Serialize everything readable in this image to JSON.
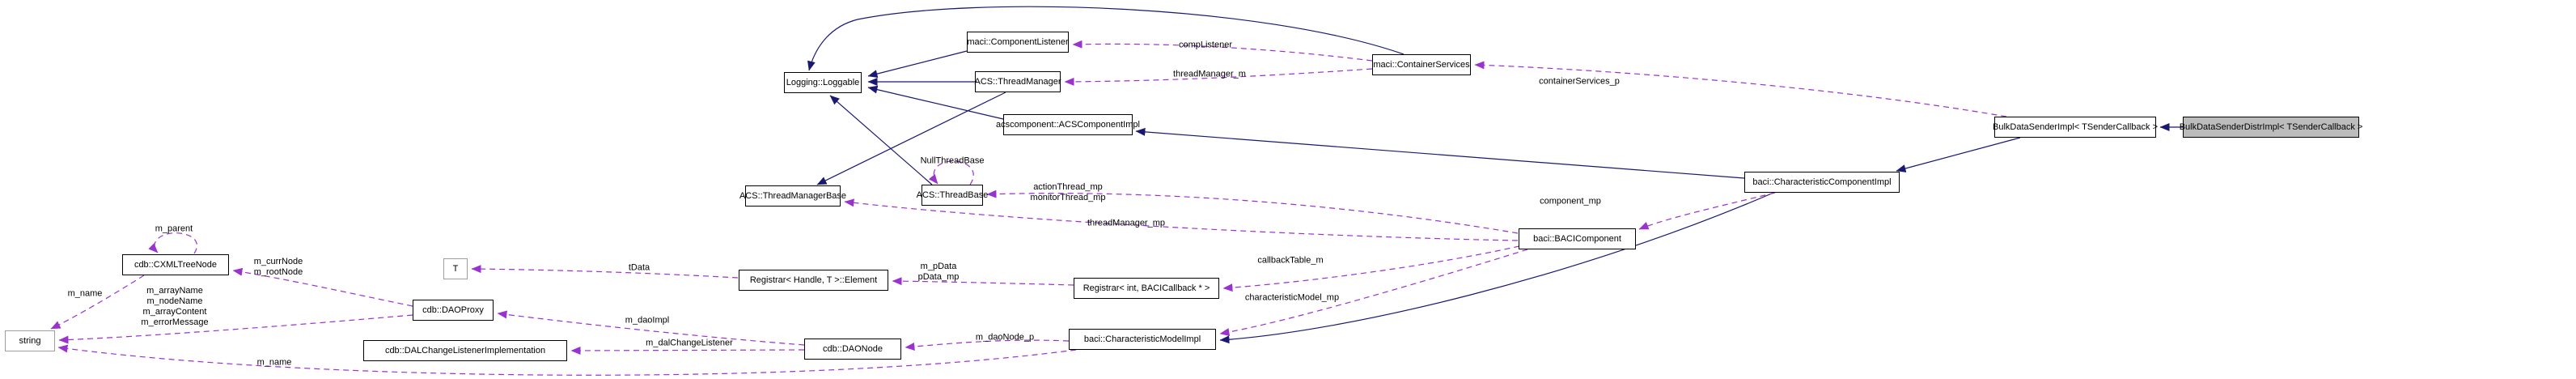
{
  "diagram": {
    "kind": "collaboration-graph",
    "current_node": "BulkDataSenderDistrImpl< TSenderCallback >",
    "colors": {
      "inheritance_edge": "#191970",
      "usage_edge": "#9a32cd",
      "node_border": "#000000",
      "external_node_border": "#9e9e9e",
      "current_node_fill": "#bcbcbc",
      "background": "#ffffff",
      "text": "#000000"
    },
    "nodes": [
      {
        "id": "component-listener",
        "label": "maci::ComponentListener",
        "kind": "class"
      },
      {
        "id": "container-services",
        "label": "maci::ContainerServices",
        "kind": "class"
      },
      {
        "id": "loggable",
        "label": "Logging::Loggable",
        "kind": "class"
      },
      {
        "id": "thread-manager",
        "label": "ACS::ThreadManager",
        "kind": "class"
      },
      {
        "id": "acs-component-impl",
        "label": "acscomponent::ACSComponentImpl",
        "kind": "class"
      },
      {
        "id": "bulk-data-sender-impl",
        "label": "BulkDataSenderImpl< TSenderCallback >",
        "kind": "class"
      },
      {
        "id": "bulk-data-sender-distr-impl",
        "label": "BulkDataSenderDistrImpl< TSenderCallback >",
        "kind": "current"
      },
      {
        "id": "characteristic-component-impl",
        "label": "baci::CharacteristicComponentImpl",
        "kind": "class"
      },
      {
        "id": "thread-manager-base",
        "label": "ACS::ThreadManagerBase",
        "kind": "class"
      },
      {
        "id": "thread-base",
        "label": "ACS::ThreadBase",
        "kind": "class"
      },
      {
        "id": "baci-component",
        "label": "baci::BACIComponent",
        "kind": "class"
      },
      {
        "id": "cxml-tree-node",
        "label": "cdb::CXMLTreeNode",
        "kind": "class"
      },
      {
        "id": "t",
        "label": "T",
        "kind": "external"
      },
      {
        "id": "registrar-element",
        "label": "Registrar< Handle, T >::Element",
        "kind": "class"
      },
      {
        "id": "registrar-int",
        "label": "Registrar< int, BACICallback * >",
        "kind": "class"
      },
      {
        "id": "dao-proxy",
        "label": "cdb::DAOProxy",
        "kind": "class"
      },
      {
        "id": "char-model-impl",
        "label": "baci::CharacteristicModelImpl",
        "kind": "class"
      },
      {
        "id": "string",
        "label": "string",
        "kind": "external"
      },
      {
        "id": "dal-change-listener",
        "label": "cdb::DALChangeListenerImplementation",
        "kind": "class"
      },
      {
        "id": "dao-node",
        "label": "cdb::DAONode",
        "kind": "class"
      }
    ],
    "edges": [
      {
        "id": "i1",
        "from": "component-listener",
        "to": "loggable",
        "kind": "inheritance",
        "label": ""
      },
      {
        "id": "i2",
        "from": "thread-manager",
        "to": "loggable",
        "kind": "inheritance",
        "label": ""
      },
      {
        "id": "i3",
        "from": "acs-component-impl",
        "to": "loggable",
        "kind": "inheritance",
        "label": ""
      },
      {
        "id": "i4",
        "from": "thread-base",
        "to": "loggable",
        "kind": "inheritance",
        "label": ""
      },
      {
        "id": "i5",
        "from": "container-services",
        "to": "loggable",
        "kind": "inheritance",
        "label": ""
      },
      {
        "id": "i6",
        "from": "thread-manager",
        "to": "thread-manager-base",
        "kind": "inheritance",
        "label": ""
      },
      {
        "id": "i7",
        "from": "characteristic-component-impl",
        "to": "acs-component-impl",
        "kind": "inheritance",
        "label": ""
      },
      {
        "id": "i8",
        "from": "characteristic-component-impl",
        "to": "char-model-impl",
        "kind": "inheritance",
        "label": ""
      },
      {
        "id": "i9",
        "from": "bulk-data-sender-impl",
        "to": "characteristic-component-impl",
        "kind": "inheritance",
        "label": ""
      },
      {
        "id": "i10",
        "from": "bulk-data-sender-distr-impl",
        "to": "bulk-data-sender-impl",
        "kind": "inheritance",
        "label": ""
      },
      {
        "id": "u1",
        "from": "container-services",
        "to": "component-listener",
        "kind": "usage",
        "label": "compListener"
      },
      {
        "id": "u2",
        "from": "container-services",
        "to": "thread-manager",
        "kind": "usage",
        "label": "threadManager_m"
      },
      {
        "id": "u3",
        "from": "bulk-data-sender-impl",
        "to": "container-services",
        "kind": "usage",
        "label": "containerServices_p"
      },
      {
        "id": "u4",
        "from": "thread-base",
        "to": "thread-base",
        "kind": "usage",
        "label": "NullThreadBase"
      },
      {
        "id": "u5",
        "from": "baci-component",
        "to": "thread-base",
        "kind": "usage",
        "label": "actionThread_mp\nmonitorThread_mp"
      },
      {
        "id": "u6",
        "from": "baci-component",
        "to": "thread-manager-base",
        "kind": "usage",
        "label": "threadManager_mp"
      },
      {
        "id": "u7",
        "from": "characteristic-component-impl",
        "to": "baci-component",
        "kind": "usage",
        "label": "component_mp"
      },
      {
        "id": "u8",
        "from": "baci-component",
        "to": "registrar-int",
        "kind": "usage",
        "label": "callbackTable_m"
      },
      {
        "id": "u9",
        "from": "baci-component",
        "to": "char-model-impl",
        "kind": "usage",
        "label": "characteristicModel_mp"
      },
      {
        "id": "u10",
        "from": "registrar-int",
        "to": "registrar-element",
        "kind": "usage",
        "label": "m_pData\npData_mp"
      },
      {
        "id": "u11",
        "from": "registrar-element",
        "to": "t",
        "kind": "usage",
        "label": "tData"
      },
      {
        "id": "u12",
        "from": "dao-proxy",
        "to": "cxml-tree-node",
        "kind": "usage",
        "label": "m_currNode\nm_rootNode"
      },
      {
        "id": "u13",
        "from": "cxml-tree-node",
        "to": "cxml-tree-node",
        "kind": "usage",
        "label": "m_parent"
      },
      {
        "id": "u14",
        "from": "cxml-tree-node",
        "to": "string",
        "kind": "usage",
        "label": "m_name"
      },
      {
        "id": "u15",
        "from": "dao-proxy",
        "to": "string",
        "kind": "usage",
        "label": "m_arrayName\nm_nodeName\nm_arrayContent\nm_errorMessage"
      },
      {
        "id": "u16",
        "from": "dao-node",
        "to": "dao-proxy",
        "kind": "usage",
        "label": "m_daoImpl"
      },
      {
        "id": "u17",
        "from": "dao-node",
        "to": "dal-change-listener",
        "kind": "usage",
        "label": "m_dalChangeListener"
      },
      {
        "id": "u18",
        "from": "char-model-impl",
        "to": "dao-node",
        "kind": "usage",
        "label": "m_daoNode_p"
      },
      {
        "id": "u19",
        "from": "char-model-impl",
        "to": "string",
        "kind": "usage",
        "label": "m_name"
      }
    ]
  }
}
